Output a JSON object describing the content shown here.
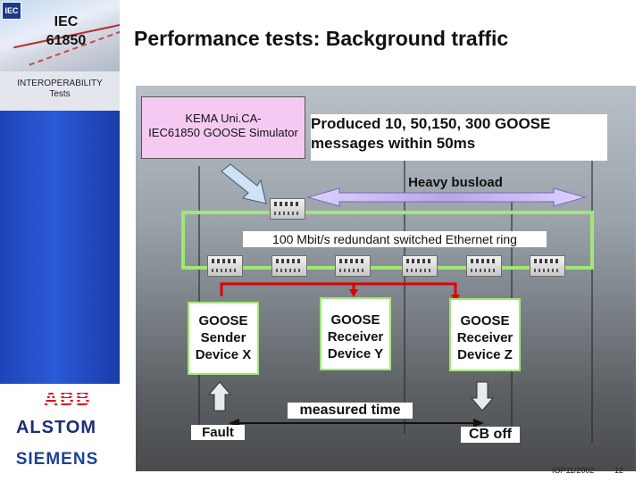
{
  "corner": {
    "badge": "IEC",
    "label_line1": "IEC",
    "label_line2": "61850"
  },
  "sidebar": {
    "title": "INTEROPERABILITY",
    "subtitle": "Tests",
    "logos": [
      "ABB",
      "ALSTOM",
      "SIEMENS"
    ]
  },
  "slide": {
    "title": "Performance tests: Background traffic",
    "simulator_line1": "KEMA Uni.CA-",
    "simulator_line2": "IEC61850 GOOSE Simulator",
    "produced_line1": "Produced 10, 50,150, 300 GOOSE",
    "produced_line2": "messages within 50ms",
    "busload": "Heavy busload",
    "ring": "100 Mbit/s redundant switched Ethernet ring",
    "devices": [
      {
        "line1": "GOOSE",
        "line2": "Sender",
        "line3": "Device X"
      },
      {
        "line1": "GOOSE",
        "line2": "Receiver",
        "line3": "Device Y"
      },
      {
        "line1": "GOOSE",
        "line2": "Receiver",
        "line3": "Device Z"
      }
    ],
    "measured": "measured time",
    "fault": "Fault",
    "cb_off": "CB off"
  },
  "footer": {
    "code": "IOP11/2002",
    "page": "12"
  },
  "colors": {
    "ring": "#9fe873",
    "signal": "#e00000",
    "simulator_box": "#f6c9f3",
    "sidebar_blue": "#2a5ad6",
    "busload_arrow": "#c9b6f2"
  },
  "icons": [
    "iec-logo",
    "network-switch",
    "block-arrow-up",
    "block-arrow-down",
    "double-arrow"
  ]
}
